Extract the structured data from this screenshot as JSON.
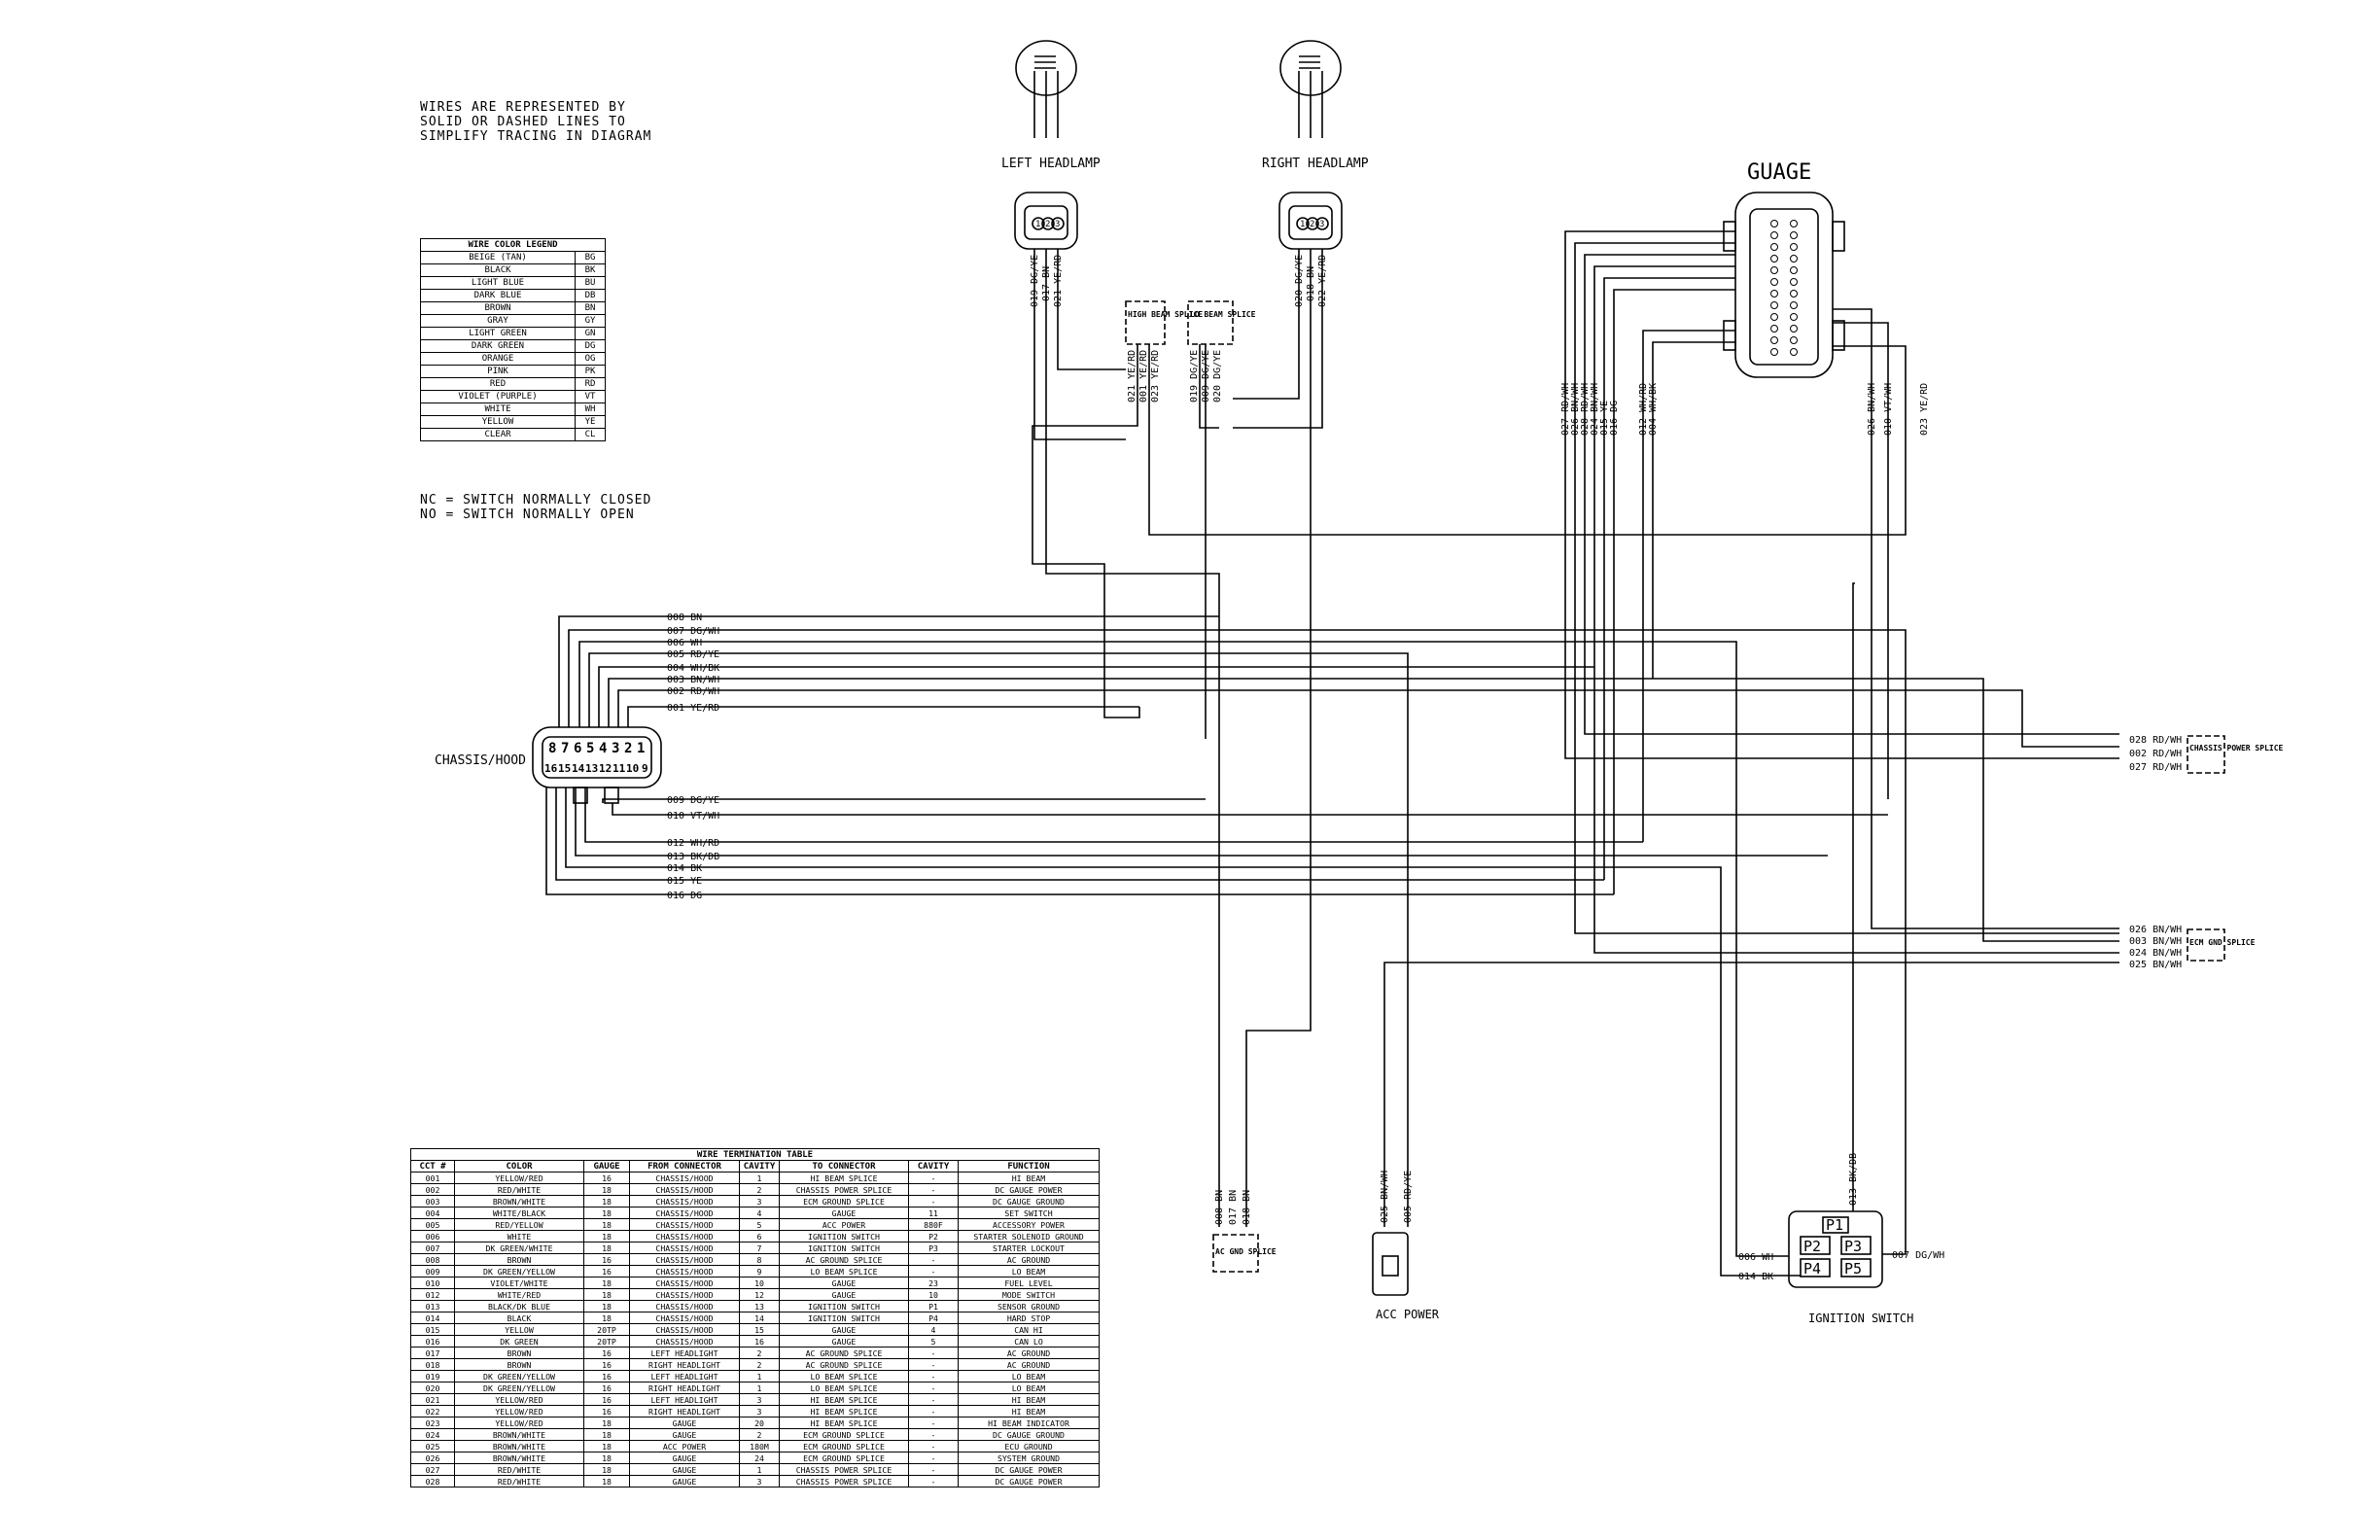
{
  "notes": {
    "wires_note": "WIRES ARE REPRESENTED BY\nSOLID OR DASHED LINES TO\nSIMPLIFY TRACING IN DIAGRAM",
    "switch_note": "NC = SWITCH NORMALLY CLOSED\nNO = SWITCH NORMALLY OPEN"
  },
  "components": {
    "left_headlamp": "LEFT HEADLAMP",
    "right_headlamp": "RIGHT HEADLAMP",
    "gauge": "GUAGE",
    "chassis_hood": "CHASSIS/HOOD",
    "high_beam_splice": "HIGH BEAM SPLICE",
    "lo_beam_splice": "LO BEAM SPLICE",
    "ac_gnd_splice": "AC GND SPLICE",
    "acc_power": "ACC POWER",
    "ignition_switch": "IGNITION SWITCH",
    "chassis_power_splice": "CHASSIS POWER SPLICE",
    "ecm_gnd_splice": "ECM GND SPLICE"
  },
  "legend": {
    "title": "WIRE COLOR LEGEND",
    "rows": [
      [
        "BEIGE (TAN)",
        "BG"
      ],
      [
        "BLACK",
        "BK"
      ],
      [
        "LIGHT BLUE",
        "BU"
      ],
      [
        "DARK BLUE",
        "DB"
      ],
      [
        "BROWN",
        "BN"
      ],
      [
        "GRAY",
        "GY"
      ],
      [
        "LIGHT GREEN",
        "GN"
      ],
      [
        "DARK GREEN",
        "DG"
      ],
      [
        "ORANGE",
        "OG"
      ],
      [
        "PINK",
        "PK"
      ],
      [
        "RED",
        "RD"
      ],
      [
        "VIOLET (PURPLE)",
        "VT"
      ],
      [
        "WHITE",
        "WH"
      ],
      [
        "YELLOW",
        "YE"
      ],
      [
        "CLEAR",
        "CL"
      ]
    ]
  },
  "termination_table": {
    "title": "WIRE TERMINATION TABLE",
    "headers": [
      "CCT #",
      "COLOR",
      "GAUGE",
      "FROM CONNECTOR",
      "CAVITY",
      "TO CONNECTOR",
      "CAVITY",
      "FUNCTION"
    ],
    "rows": [
      [
        "001",
        "YELLOW/RED",
        "16",
        "CHASSIS/HOOD",
        "1",
        "HI BEAM SPLICE",
        "-",
        "HI BEAM"
      ],
      [
        "002",
        "RED/WHITE",
        "18",
        "CHASSIS/HOOD",
        "2",
        "CHASSIS POWER SPLICE",
        "-",
        "DC GAUGE POWER"
      ],
      [
        "003",
        "BROWN/WHITE",
        "18",
        "CHASSIS/HOOD",
        "3",
        "ECM GROUND SPLICE",
        "-",
        "DC GAUGE GROUND"
      ],
      [
        "004",
        "WHITE/BLACK",
        "18",
        "CHASSIS/HOOD",
        "4",
        "GAUGE",
        "11",
        "SET SWITCH"
      ],
      [
        "005",
        "RED/YELLOW",
        "18",
        "CHASSIS/HOOD",
        "5",
        "ACC POWER",
        "880F",
        "ACCESSORY POWER"
      ],
      [
        "006",
        "WHITE",
        "18",
        "CHASSIS/HOOD",
        "6",
        "IGNITION SWITCH",
        "P2",
        "STARTER SOLENOID GROUND"
      ],
      [
        "007",
        "DK GREEN/WHITE",
        "18",
        "CHASSIS/HOOD",
        "7",
        "IGNITION SWITCH",
        "P3",
        "STARTER LOCKOUT"
      ],
      [
        "008",
        "BROWN",
        "16",
        "CHASSIS/HOOD",
        "8",
        "AC GROUND SPLICE",
        "-",
        "AC GROUND"
      ],
      [
        "009",
        "DK GREEN/YELLOW",
        "16",
        "CHASSIS/HOOD",
        "9",
        "LO BEAM SPLICE",
        "-",
        "LO BEAM"
      ],
      [
        "010",
        "VIOLET/WHITE",
        "18",
        "CHASSIS/HOOD",
        "10",
        "GAUGE",
        "23",
        "FUEL LEVEL"
      ],
      [
        "012",
        "WHITE/RED",
        "18",
        "CHASSIS/HOOD",
        "12",
        "GAUGE",
        "10",
        "MODE SWITCH"
      ],
      [
        "013",
        "BLACK/DK BLUE",
        "18",
        "CHASSIS/HOOD",
        "13",
        "IGNITION SWITCH",
        "P1",
        "SENSOR GROUND"
      ],
      [
        "014",
        "BLACK",
        "18",
        "CHASSIS/HOOD",
        "14",
        "IGNITION SWITCH",
        "P4",
        "HARD STOP"
      ],
      [
        "015",
        "YELLOW",
        "20TP",
        "CHASSIS/HOOD",
        "15",
        "GAUGE",
        "4",
        "CAN HI"
      ],
      [
        "016",
        "DK GREEN",
        "20TP",
        "CHASSIS/HOOD",
        "16",
        "GAUGE",
        "5",
        "CAN LO"
      ],
      [
        "017",
        "BROWN",
        "16",
        "LEFT HEADLIGHT",
        "2",
        "AC GROUND SPLICE",
        "-",
        "AC GROUND"
      ],
      [
        "018",
        "BROWN",
        "16",
        "RIGHT HEADLIGHT",
        "2",
        "AC GROUND SPLICE",
        "-",
        "AC GROUND"
      ],
      [
        "019",
        "DK GREEN/YELLOW",
        "16",
        "LEFT HEADLIGHT",
        "1",
        "LO BEAM SPLICE",
        "-",
        "LO BEAM"
      ],
      [
        "020",
        "DK GREEN/YELLOW",
        "16",
        "RIGHT HEADLIGHT",
        "1",
        "LO BEAM SPLICE",
        "-",
        "LO BEAM"
      ],
      [
        "021",
        "YELLOW/RED",
        "16",
        "LEFT HEADLIGHT",
        "3",
        "HI BEAM SPLICE",
        "-",
        "HI BEAM"
      ],
      [
        "022",
        "YELLOW/RED",
        "16",
        "RIGHT HEADLIGHT",
        "3",
        "HI BEAM SPLICE",
        "-",
        "HI BEAM"
      ],
      [
        "023",
        "YELLOW/RED",
        "18",
        "GAUGE",
        "20",
        "HI BEAM SPLICE",
        "-",
        "HI BEAM INDICATOR"
      ],
      [
        "024",
        "BROWN/WHITE",
        "18",
        "GAUGE",
        "2",
        "ECM GROUND SPLICE",
        "-",
        "DC GAUGE GROUND"
      ],
      [
        "025",
        "BROWN/WHITE",
        "18",
        "ACC POWER",
        "180M",
        "ECM GROUND SPLICE",
        "-",
        "ECU GROUND"
      ],
      [
        "026",
        "BROWN/WHITE",
        "18",
        "GAUGE",
        "24",
        "ECM GROUND SPLICE",
        "-",
        "SYSTEM GROUND"
      ],
      [
        "027",
        "RED/WHITE",
        "18",
        "GAUGE",
        "1",
        "CHASSIS POWER SPLICE",
        "-",
        "DC GAUGE POWER"
      ],
      [
        "028",
        "RED/WHITE",
        "18",
        "GAUGE",
        "3",
        "CHASSIS POWER SPLICE",
        "-",
        "DC GAUGE POWER"
      ]
    ]
  },
  "wire_labels": {
    "left_headlamp": [
      "019 DG/YE",
      "017 BN",
      "021 YE/RD"
    ],
    "right_headlamp": [
      "020 DG/YE",
      "018 BN",
      "022 YE/RD"
    ],
    "high_beam": [
      "021 YE/RD",
      "001 YE/RD",
      "023 YE/RD"
    ],
    "lo_beam": [
      "019 DG/YE",
      "009 DG/YE",
      "020 DG/YE"
    ],
    "gauge_left": [
      "027 RD/WH",
      "026 BN/WH",
      "028 RD/WH",
      "024 BN/WH",
      "015 YE",
      "016 DG",
      "012 WH/RD",
      "004 WH/BK"
    ],
    "gauge_right": [
      "026 BN/WH",
      "010 VT/WH",
      "023 YE/RD"
    ],
    "chassis_top": [
      "008 BN",
      "007 DG/WH",
      "006 WH",
      "005 RD/YE",
      "004 WH/BK",
      "003 BN/WH",
      "002 RD/WH",
      "001 YE/RD"
    ],
    "chassis_mid": [
      "009 DG/YE",
      "010 VT/WH"
    ],
    "chassis_bottom": [
      "012 WH/RD",
      "013 BK/DB",
      "014 BK",
      "015 YE",
      "016 DG"
    ],
    "chassis_power": [
      "028 RD/WH",
      "002 RD/WH",
      "027 RD/WH"
    ],
    "ecm_gnd": [
      "026 BN/WH",
      "003 BN/WH",
      "024 BN/WH",
      "025 BN/WH"
    ],
    "ac_gnd": [
      "008 BN",
      "017 BN",
      "018 BN"
    ],
    "acc_power": [
      "025 BN/WH",
      "005 RD/YE"
    ],
    "ignition_top": [
      "013 BK/DB"
    ],
    "ignition_left": [
      "006 WH",
      "014 BK"
    ],
    "ignition_right": [
      "007 DG/WH"
    ],
    "ignition_pins": [
      "P1",
      "P2",
      "P3",
      "P4",
      "P5"
    ],
    "chassis_pins_top": [
      "8",
      "7",
      "6",
      "5",
      "4",
      "3",
      "2",
      "1"
    ],
    "chassis_pins_bottom": [
      "16",
      "15",
      "14",
      "13",
      "12",
      "11",
      "10",
      "9"
    ],
    "headlamp_pins": [
      "1",
      "2",
      "3"
    ]
  }
}
